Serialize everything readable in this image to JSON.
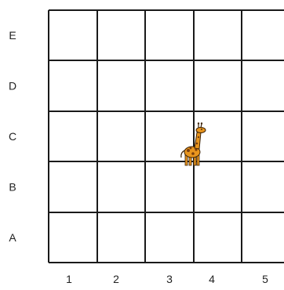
{
  "grid": {
    "rows": [
      "E",
      "D",
      "C",
      "B",
      "A"
    ],
    "columns": [
      "1",
      "2",
      "3",
      "4",
      "5"
    ],
    "line_color": "#1a1a1a",
    "background": "#ffffff"
  },
  "giraffe": {
    "icon": "giraffe-icon",
    "row": "C",
    "column": "3",
    "body_color": "#e8951e",
    "spot_color": "#7a3e0c",
    "outline_color": "#3b2207"
  }
}
